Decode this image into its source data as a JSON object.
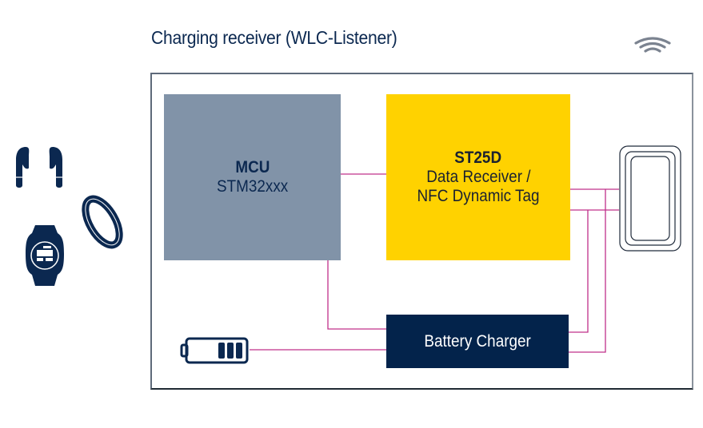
{
  "title": "Charging receiver (WLC-Listener)",
  "blocks": {
    "mcu": {
      "title": "MCU",
      "subtitle": "STM32xxx"
    },
    "st25d": {
      "title": "ST25D",
      "line1": "Data Receiver /",
      "line2": "NFC Dynamic Tag"
    },
    "charger": {
      "label": "Battery Charger"
    }
  },
  "icons": [
    "earbuds-icon",
    "smartwatch-icon",
    "fitness-band-icon",
    "wireless-signal-icon",
    "antenna-coil-icon",
    "battery-icon"
  ],
  "colors": {
    "mcu": "#8193a8",
    "st25d": "#ffd200",
    "charger": "#03234b",
    "wire": "#c0308a",
    "navy": "#0b2850"
  }
}
